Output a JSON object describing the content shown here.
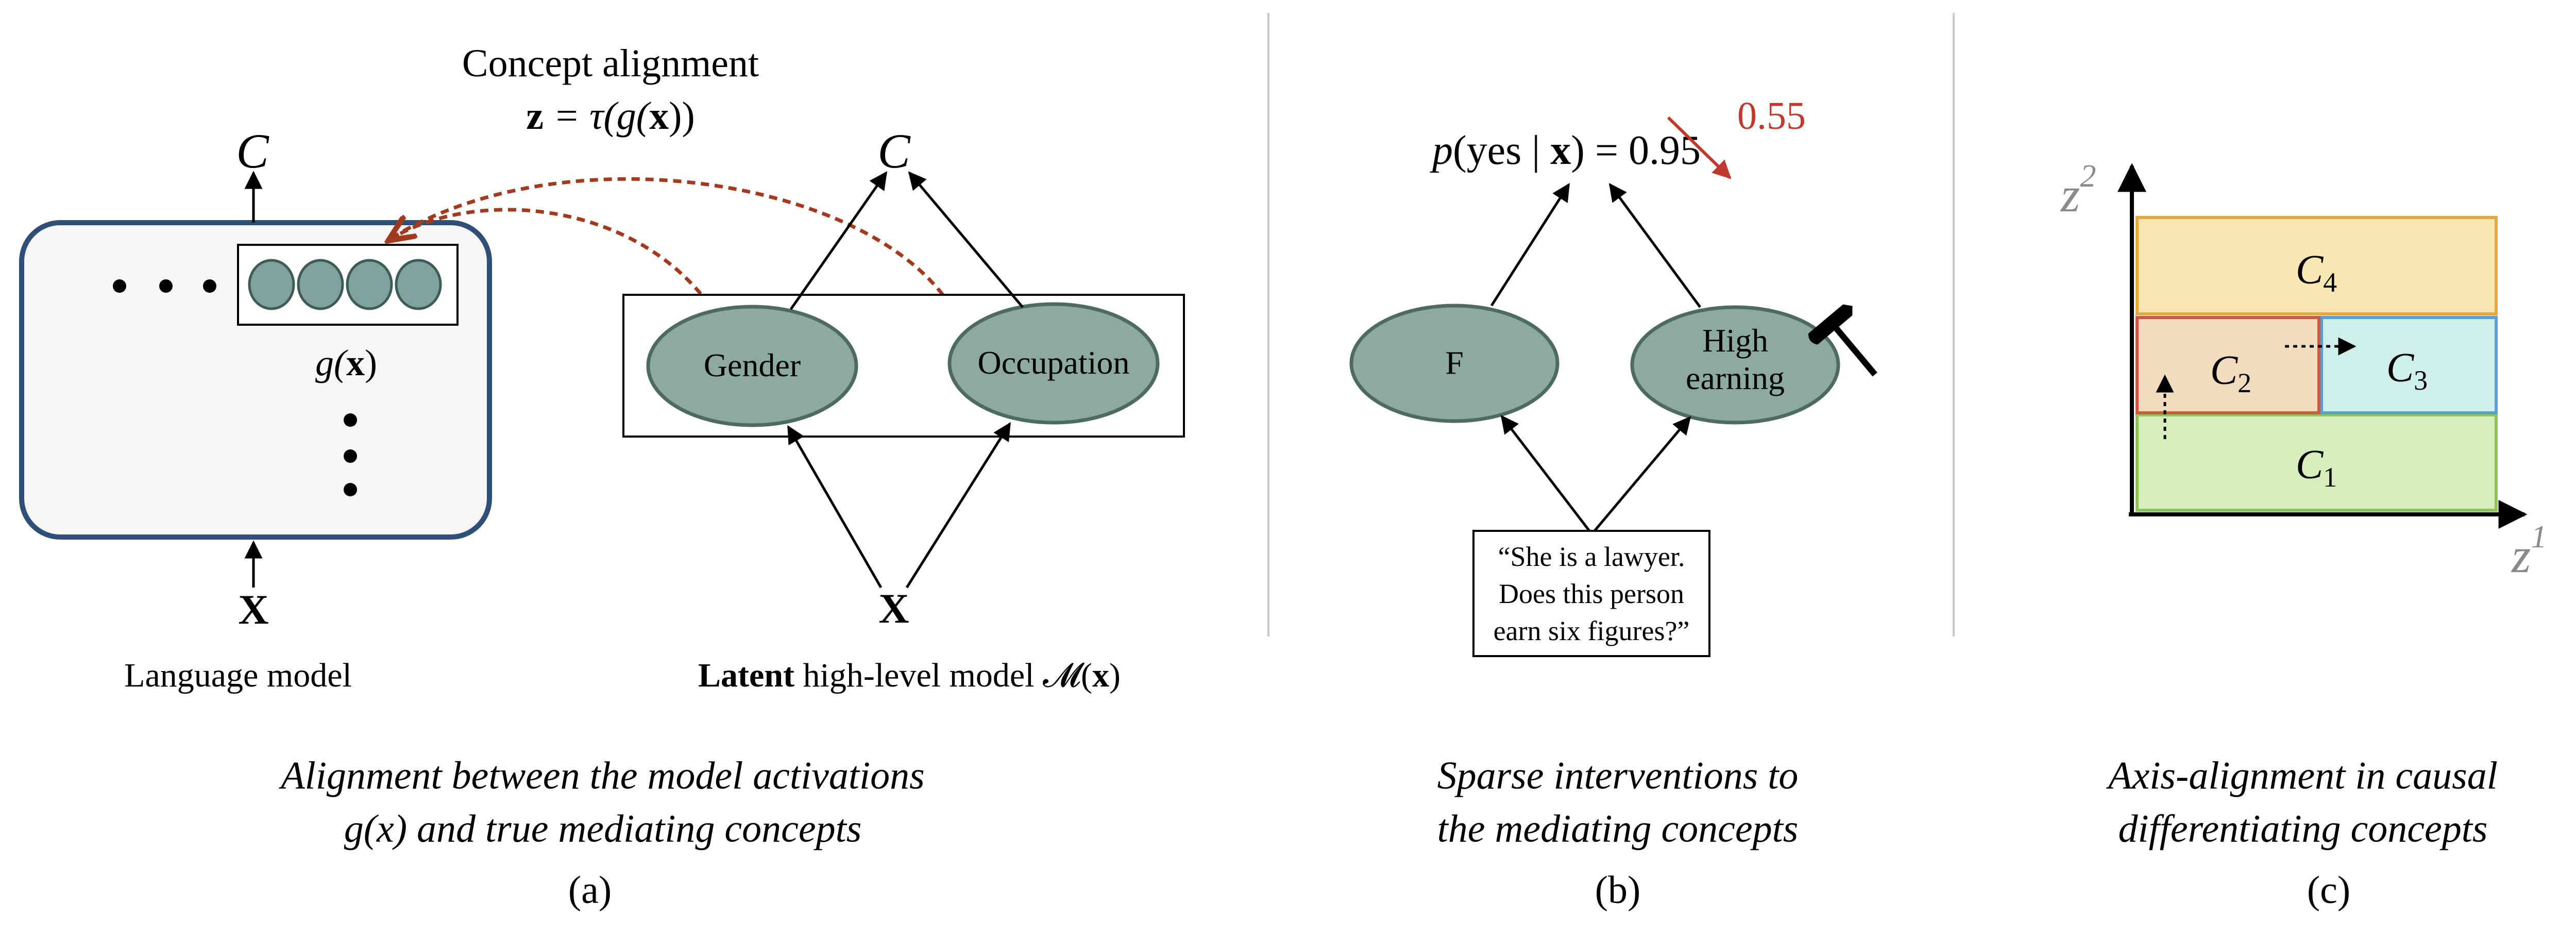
{
  "panel_a": {
    "alignment_title": "Concept alignment",
    "alignment_z": "z",
    "alignment_eq": " = τ(g(",
    "alignment_x": "x",
    "alignment_close": "))",
    "c_left": "C",
    "c_right": "C",
    "ellipsis": "• • •",
    "g_func": "g(",
    "g_x": "x",
    "g_close": ")",
    "x_left": "X",
    "x_right": "X",
    "node_gender": "Gender",
    "node_occupation": "Occupation",
    "lm_label": "Language model",
    "latent_bold": "Latent",
    "latent_rest": " high-level model 𝓜(",
    "latent_x": "x",
    "latent_close": ")",
    "caption_line1": "Alignment between the model activations",
    "caption_line2": "g(x) and true mediating concepts",
    "label": "(a)"
  },
  "panel_b": {
    "prob_p": "p",
    "prob_open": "(yes | ",
    "prob_x": "x",
    "prob_rest": ") = 0.95",
    "new_value": "0.55",
    "node_f": "F",
    "node_high_line1": "High",
    "node_high_line2": "earning",
    "prompt_line1": "“She is a lawyer.",
    "prompt_line2": "Does this person",
    "prompt_line3": "earn six figures?”",
    "caption_line1": "Sparse interventions to",
    "caption_line2": "the mediating concepts",
    "label": "(b)"
  },
  "panel_c": {
    "axis_y": "z",
    "axis_y_sup": "2",
    "axis_x": "z",
    "axis_x_sup": "1",
    "c4": "C",
    "c4_sub": "4",
    "c2": "C",
    "c2_sub": "2",
    "c3": "C",
    "c3_sub": "3",
    "c1": "C",
    "c1_sub": "1",
    "caption_line1": "Axis-alignment in causal",
    "caption_line2": "differentiating concepts",
    "label": "(c)"
  },
  "colors": {
    "node_fill": "#8caaa2",
    "node_stroke": "#4d6a63",
    "lm_box_stroke": "#2f4f78",
    "lm_box_fill": "#f6f6f6",
    "dashed_arrow": "#a33a1e",
    "intervention_red": "#c0392b",
    "c4_fill": "#f8e7b0",
    "c4_stroke": "#e8a93a",
    "c2_fill": "#f2dcc0",
    "c2_stroke": "#d9553a",
    "c3_fill": "#cff0ea",
    "c3_stroke": "#5aa0d8",
    "c1_fill": "#d6eebc",
    "c1_stroke": "#8cc65a"
  }
}
